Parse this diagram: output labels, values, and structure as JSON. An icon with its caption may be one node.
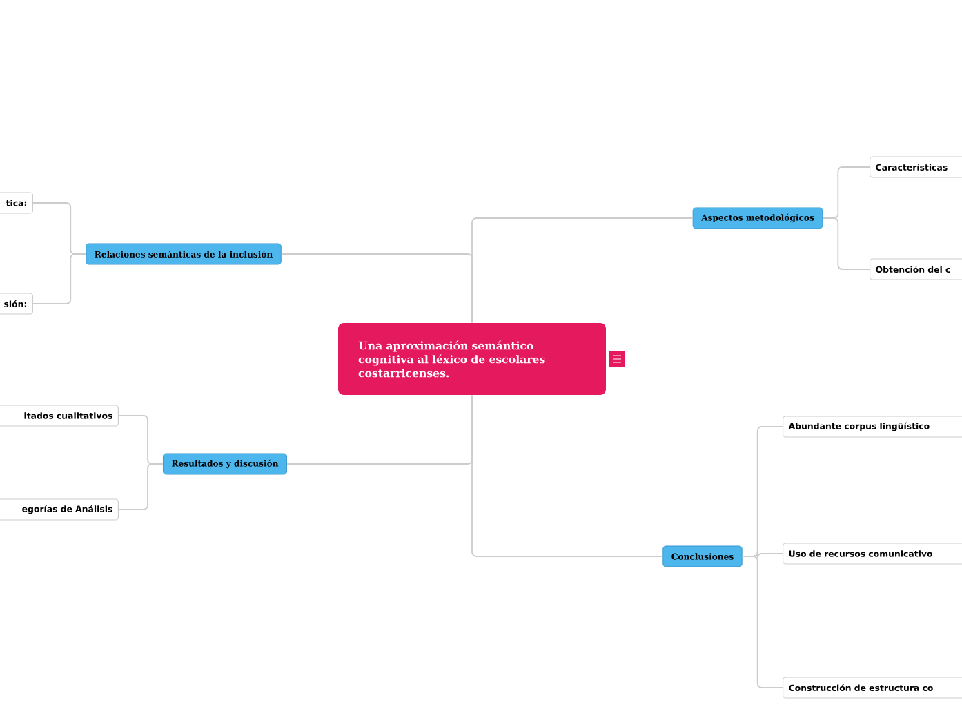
{
  "diagram": {
    "nodes": [
      {
        "text": [
          "Una aproximación semántico cognitiva al léxico de escolares costarricenses."
        ]
      },
      {
        "text": [
          "Relaciones semánticas de la inclusión"
        ]
      },
      {
        "text": [
          "tica:"
        ]
      },
      {
        "text": [
          "sión:"
        ]
      },
      {
        "text": [
          "Resultados y discusión"
        ]
      },
      {
        "text": [
          "ltados cualitativos"
        ]
      },
      {
        "text": [
          "egorías de Análisis"
        ]
      },
      {
        "text": [
          "Aspectos metodológicos"
        ]
      },
      {
        "text": [
          "Características"
        ]
      },
      {
        "text": [
          "Obtención del c"
        ]
      },
      {
        "text": [
          "Conclusiones"
        ]
      },
      {
        "text": [
          "Abundante corpus lingüístico"
        ]
      },
      {
        "text": [
          "Uso de recursos comunicativo"
        ]
      },
      {
        "text": [
          "Construcción de estructura co"
        ]
      }
    ],
    "edges": [
      {
        "from": 0,
        "to": 1,
        "arrow": "none"
      },
      {
        "from": 1,
        "to": 2,
        "arrow": "none"
      },
      {
        "from": 1,
        "to": 3,
        "arrow": "none"
      },
      {
        "from": 0,
        "to": 4,
        "arrow": "none"
      },
      {
        "from": 4,
        "to": 5,
        "arrow": "none"
      },
      {
        "from": 4,
        "to": 6,
        "arrow": "none"
      },
      {
        "from": 0,
        "to": 7,
        "arrow": "none"
      },
      {
        "from": 7,
        "to": 8,
        "arrow": "none"
      },
      {
        "from": 7,
        "to": 9,
        "arrow": "none"
      },
      {
        "from": 0,
        "to": 10,
        "arrow": "none"
      },
      {
        "from": 10,
        "to": 11,
        "arrow": "none"
      },
      {
        "from": 10,
        "to": 12,
        "arrow": "none"
      },
      {
        "from": 10,
        "to": 13,
        "arrow": "none"
      }
    ]
  }
}
